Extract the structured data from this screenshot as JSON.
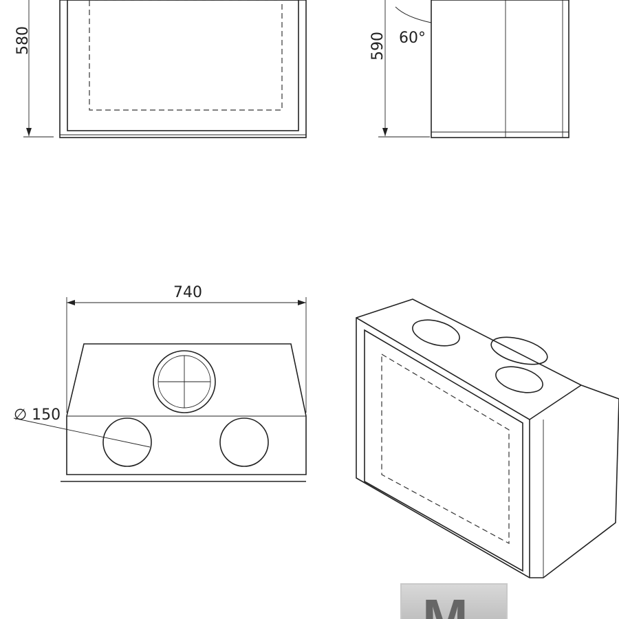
{
  "dimensions": {
    "front_height": "580",
    "side_height": "590",
    "door_angle": "60°",
    "top_width": "740",
    "flue_diameter": "∅ 150"
  },
  "logo": {
    "letter": "M"
  }
}
